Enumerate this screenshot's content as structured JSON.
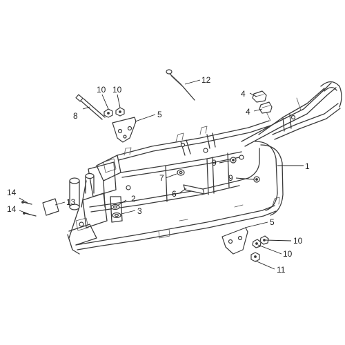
{
  "callouts": [
    {
      "id": "c1",
      "label": "1"
    },
    {
      "id": "c2",
      "label": "2"
    },
    {
      "id": "c3",
      "label": "3"
    },
    {
      "id": "c4a",
      "label": "4"
    },
    {
      "id": "c4b",
      "label": "4"
    },
    {
      "id": "c5a",
      "label": "5"
    },
    {
      "id": "c5b",
      "label": "5"
    },
    {
      "id": "c6",
      "label": "6"
    },
    {
      "id": "c7",
      "label": "7"
    },
    {
      "id": "c8",
      "label": "8"
    },
    {
      "id": "c9a",
      "label": "9"
    },
    {
      "id": "c9b",
      "label": "9"
    },
    {
      "id": "c10a",
      "label": "10"
    },
    {
      "id": "c10b",
      "label": "10"
    },
    {
      "id": "c10c",
      "label": "10"
    },
    {
      "id": "c10d",
      "label": "10"
    },
    {
      "id": "c11",
      "label": "11"
    },
    {
      "id": "c12",
      "label": "12"
    },
    {
      "id": "c13",
      "label": "13"
    },
    {
      "id": "c14a",
      "label": "14"
    },
    {
      "id": "c14b",
      "label": "14"
    }
  ]
}
